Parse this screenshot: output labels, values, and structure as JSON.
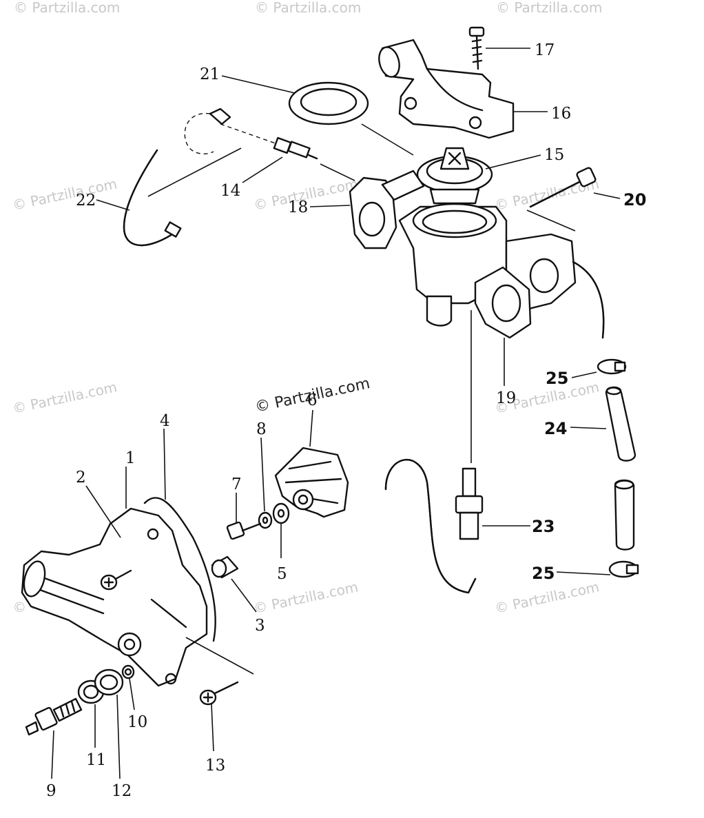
{
  "watermark": {
    "text": "© Partzilla.com",
    "color": "#c8c8c8"
  },
  "center_watermark": "© Partzilla.com",
  "callouts": {
    "c1": "1",
    "c2": "2",
    "c3": "3",
    "c4": "4",
    "c5": "5",
    "c6": "6",
    "c7": "7",
    "c8": "8",
    "c9": "9",
    "c10": "10",
    "c11": "11",
    "c12": "12",
    "c13": "13",
    "c14": "14",
    "c15": "15",
    "c16": "16",
    "c17": "17",
    "c18": "18",
    "c19": "19",
    "c20": "20",
    "c21": "21",
    "c22": "22",
    "c23": "23",
    "c24": "24",
    "c25a": "25",
    "c25b": "25"
  },
  "colors": {
    "line": "#111111",
    "background": "#ffffff"
  }
}
